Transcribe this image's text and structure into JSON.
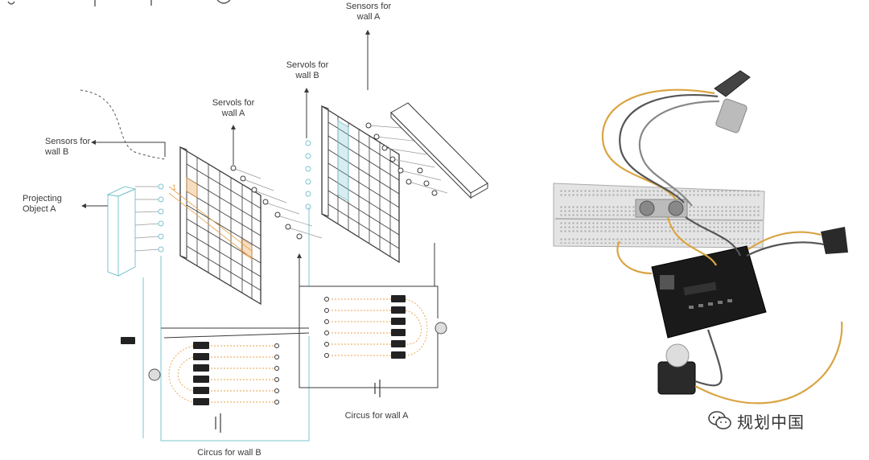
{
  "labels": {
    "sensors_wall_a": "Sensors for\nwall A",
    "servols_wall_b": "Servols for\nwall B",
    "servols_wall_a": "Servols for\nwall A",
    "sensors_wall_b": "Sensors for\nwall B",
    "projecting_object": "Projecting\nObject A",
    "circus_wall_a": "Circus for wall A",
    "circus_wall_b": "Circus for wall B",
    "grid_marker": "1"
  },
  "watermark": {
    "text": "规划中国",
    "icon": "wechat-icon"
  },
  "colors": {
    "line": "#3a3a3a",
    "cyan": "#7cc4cf",
    "orange": "#e8a04a",
    "wire_yellow": "#d9a441"
  }
}
